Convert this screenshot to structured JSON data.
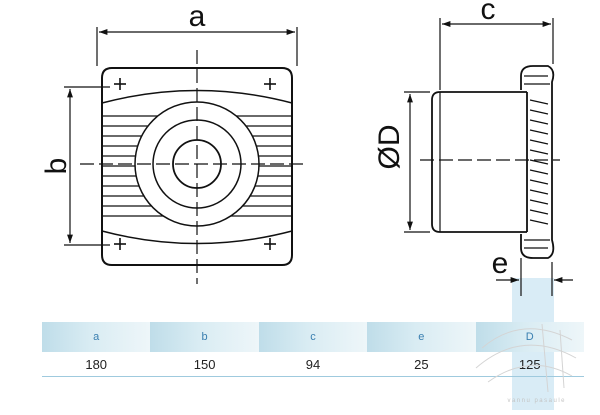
{
  "diagram": {
    "front_view": {
      "width_label": "a",
      "height_label": "b"
    },
    "side_view": {
      "depth_label": "c",
      "diameter_label": "D",
      "diameter_symbol": "Ø",
      "flange_label": "e"
    }
  },
  "table": {
    "headers": [
      "a",
      "b",
      "c",
      "e",
      "D"
    ],
    "values": [
      "180",
      "150",
      "94",
      "25",
      "125"
    ]
  },
  "watermark": {
    "text": "vannu pasaule"
  },
  "colors": {
    "header_bg": "#cfe6ef",
    "header_text": "#3a7fb0",
    "highlight_band": "#d9ecf6",
    "line": "#111111"
  }
}
